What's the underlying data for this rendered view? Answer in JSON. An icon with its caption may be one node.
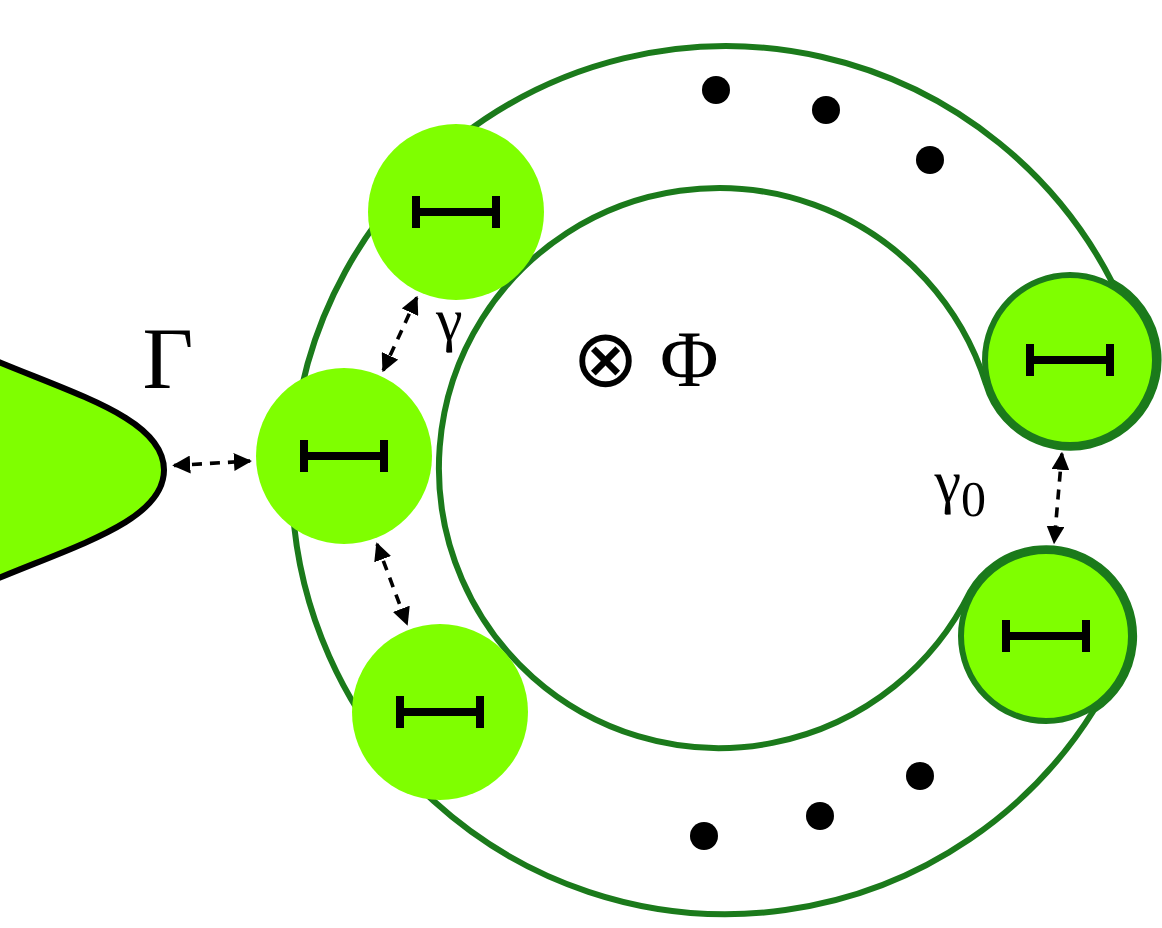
{
  "diagram": {
    "nodes": [
      {
        "text": [],
        "shape": "lobe"
      },
      {
        "text": [],
        "shape": "circle"
      },
      {
        "text": [],
        "shape": "circle"
      },
      {
        "text": [],
        "shape": "circle"
      },
      {
        "text": [],
        "shape": "circle"
      },
      {
        "text": [],
        "shape": "circle"
      }
    ],
    "edges": [
      {
        "from": 0,
        "to": 2,
        "arrow": "both",
        "style": "dashed",
        "label": "Γ"
      },
      {
        "from": 1,
        "to": 2,
        "arrow": "both",
        "style": "dashed",
        "label": "γ"
      },
      {
        "from": 2,
        "to": 3,
        "arrow": "both",
        "style": "dashed"
      },
      {
        "from": 4,
        "to": 5,
        "arrow": "both",
        "style": "dashed",
        "label": "γ$_{0}$"
      }
    ],
    "labels": [
      "⊗ Φ"
    ]
  }
}
